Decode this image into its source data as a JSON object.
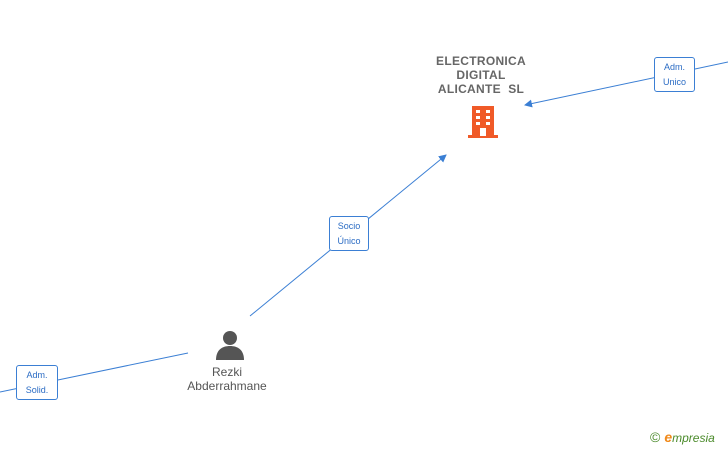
{
  "company": {
    "name_lines": [
      "ELECTRONICA",
      "DIGITAL",
      "ALICANTE  SL"
    ],
    "icon": "building-icon",
    "color": "#f05a28"
  },
  "person": {
    "name_lines": [
      "Rezki",
      "Abderrahmane"
    ],
    "icon": "person-icon",
    "color": "#555555"
  },
  "relations": [
    {
      "id": "socio",
      "label_lines": [
        "Socio",
        "Único"
      ]
    },
    {
      "id": "adm-unico",
      "label_lines": [
        "Adm.",
        "Unico"
      ]
    },
    {
      "id": "adm-solid",
      "label_lines": [
        "Adm.",
        "Solid."
      ]
    }
  ],
  "brand": {
    "copyright": "©",
    "initial": "e",
    "rest": "mpresia"
  },
  "colors": {
    "link": "#3b7fd4",
    "label_text": "#2b6cc4"
  }
}
